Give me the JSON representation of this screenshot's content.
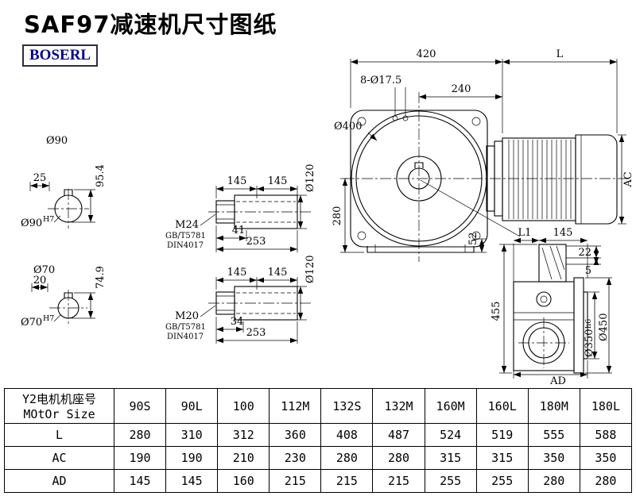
{
  "page": {
    "title": "SAF97减速机尺寸图纸",
    "brand": "BOSERL"
  },
  "colors": {
    "brand_text": "#00008b",
    "drawing_line": "#000000"
  },
  "front_view": {
    "dim_420": "420",
    "dim_l": "L",
    "dim_bolts": "8-Ø17.5",
    "dim_240": "240",
    "dim_d400": "Ø400",
    "dim_280": "280",
    "dim_52": "52",
    "dim_ac": "AC"
  },
  "bore_90_view": {
    "label": "Ø90",
    "dim_25": "25",
    "dim_95_4": "95.4",
    "fit": "Ø90",
    "fit_sup": "H7"
  },
  "bore_70_view": {
    "label": "Ø70",
    "dim_20": "20",
    "dim_74_9": "74.9",
    "fit": "Ø70",
    "fit_sup": "H7"
  },
  "shaft_a_view": {
    "dim_145_l": "145",
    "dim_145_r": "145",
    "dim_d120": "Ø120",
    "thread": "M24",
    "std_gb": "GB/T5781",
    "std_din": "DIN4017",
    "dim_41": "41",
    "dim_253": "253"
  },
  "shaft_b_view": {
    "dim_145_l": "145",
    "dim_145_r": "145",
    "dim_d120": "Ø120",
    "thread": "M20",
    "std_gb": "GB/T5781",
    "std_din": "DIN4017",
    "dim_34": "34",
    "dim_253": "253"
  },
  "side_view": {
    "dim_l1": "L1",
    "dim_145": "145",
    "dim_22": "22",
    "dim_5": "5",
    "dim_455": "455",
    "fit_350": "Ø350",
    "fit_350_sup": "h6",
    "dim_d450": "Ø450",
    "dim_ad": "AD"
  },
  "table": {
    "header_cn": "Y2电机机座号",
    "header_en": "MOtOr Size",
    "columns": [
      "90S",
      "90L",
      "100",
      "112M",
      "132S",
      "132M",
      "160M",
      "160L",
      "180M",
      "180L"
    ],
    "rows": [
      {
        "label": "L",
        "values": [
          "280",
          "310",
          "312",
          "360",
          "408",
          "487",
          "524",
          "519",
          "555",
          "588"
        ]
      },
      {
        "label": "AC",
        "values": [
          "190",
          "190",
          "210",
          "230",
          "280",
          "280",
          "315",
          "315",
          "350",
          "350"
        ]
      },
      {
        "label": "AD",
        "values": [
          "145",
          "145",
          "160",
          "215",
          "215",
          "215",
          "255",
          "255",
          "280",
          "280"
        ]
      }
    ]
  }
}
